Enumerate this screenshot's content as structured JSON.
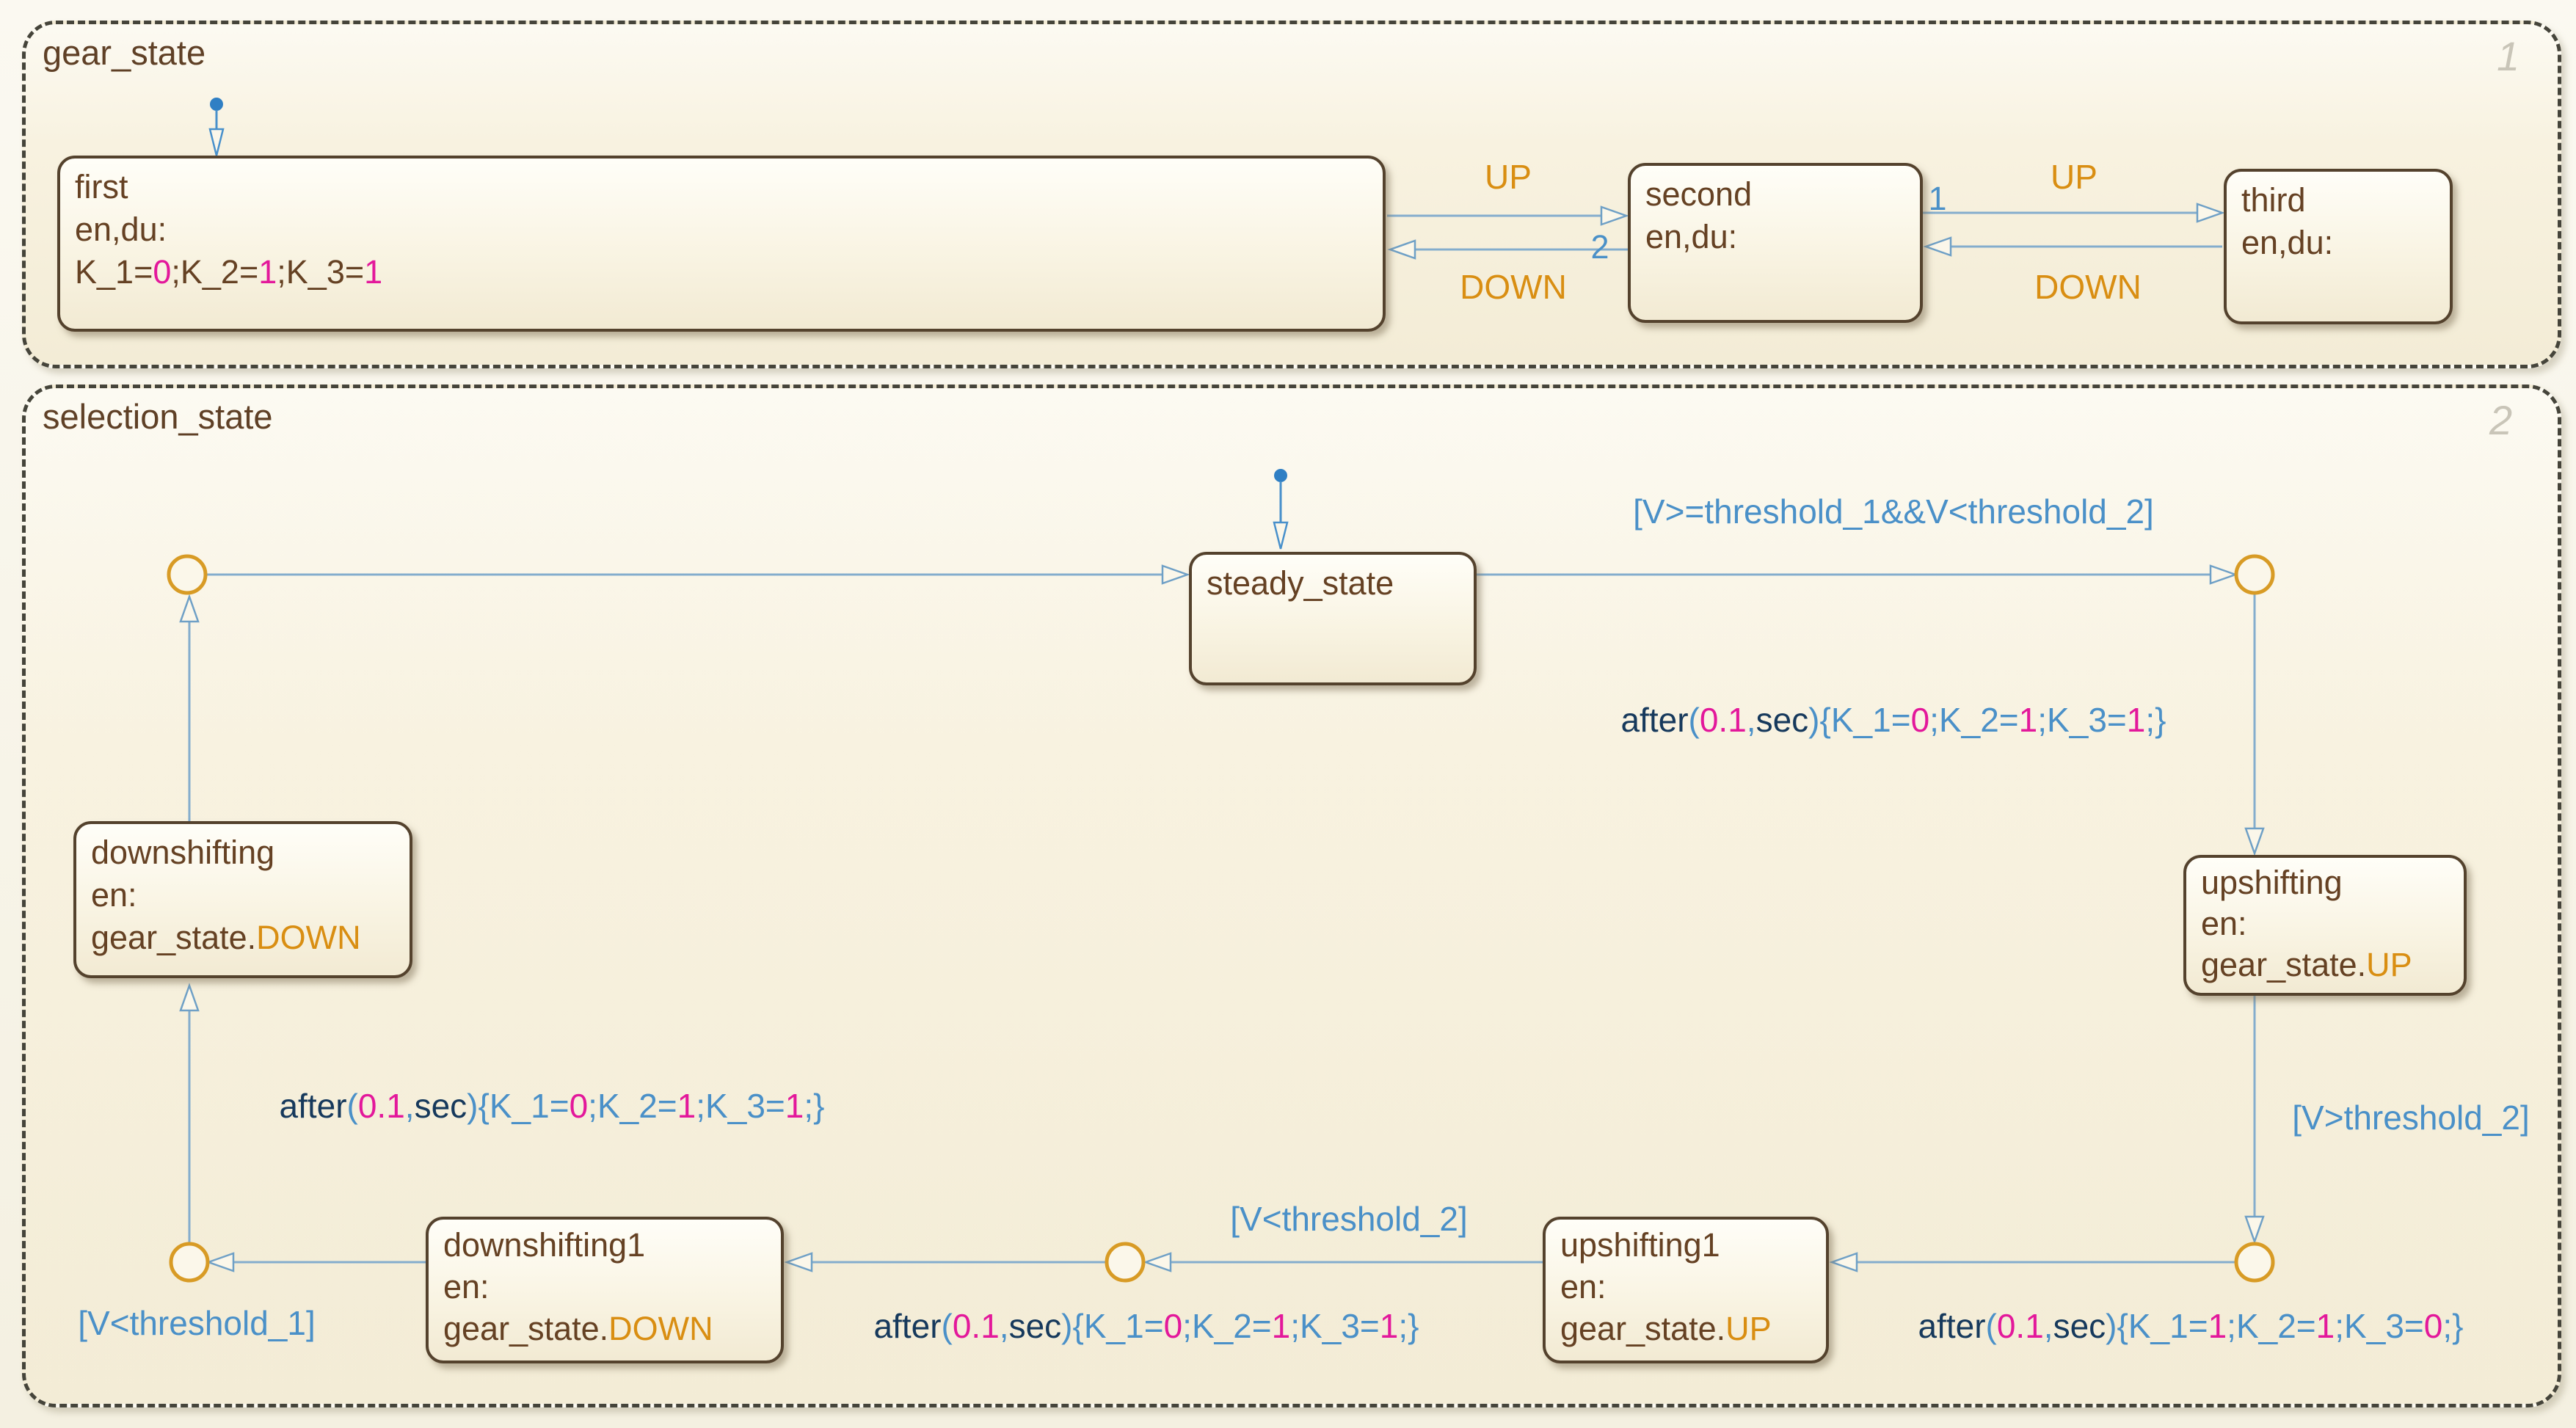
{
  "gear_state": {
    "label": "gear_state",
    "badge": "1",
    "first": {
      "title": "first",
      "events": "en,du:",
      "code": [
        {
          "t": "K_1=",
          "c": "brown"
        },
        {
          "t": "0",
          "c": "magenta"
        },
        {
          "t": ";K_2=",
          "c": "brown"
        },
        {
          "t": "1",
          "c": "magenta"
        },
        {
          "t": ";K_3=",
          "c": "brown"
        },
        {
          "t": "1",
          "c": "magenta"
        }
      ]
    },
    "second": {
      "title": "second",
      "events": "en,du:"
    },
    "third": {
      "title": "third",
      "events": "en,du:"
    },
    "t": {
      "first_to_second_event": "UP",
      "second_to_first_event": "DOWN",
      "second_to_first_order": "2",
      "second_to_third_event": "UP",
      "second_to_third_order": "1",
      "third_to_second_event": "DOWN"
    }
  },
  "selection_state": {
    "label": "selection_state",
    "badge": "2",
    "steady": {
      "title": "steady_state"
    },
    "upshifting": {
      "title": "upshifting",
      "events": "en:",
      "code": [
        {
          "t": "gear_state.",
          "c": "brown"
        },
        {
          "t": "UP",
          "c": "orange"
        }
      ]
    },
    "downshifting": {
      "title": "downshifting",
      "events": "en:",
      "code": [
        {
          "t": "gear_state.",
          "c": "brown"
        },
        {
          "t": "DOWN",
          "c": "orange"
        }
      ]
    },
    "upshifting1": {
      "title": "upshifting1",
      "events": "en:",
      "code": [
        {
          "t": "gear_state.",
          "c": "brown"
        },
        {
          "t": "UP",
          "c": "orange"
        }
      ]
    },
    "downshifting1": {
      "title": "downshifting1",
      "events": "en:",
      "code": [
        {
          "t": "gear_state.",
          "c": "brown"
        },
        {
          "t": "DOWN",
          "c": "orange"
        }
      ]
    },
    "t": {
      "cond_steady_to_right": "[V>=threshold_1&&V<threshold_2]",
      "cond_v_gt_t2": "[V>threshold_2]",
      "cond_v_lt_t2": "[V<threshold_2]",
      "cond_v_lt_t1": "[V<threshold_1]",
      "act_right_junction_to_upshifting": [
        {
          "t": "after",
          "c": "navy"
        },
        {
          "t": "(",
          "c": "blue"
        },
        {
          "t": "0.1",
          "c": "magenta"
        },
        {
          "t": ",",
          "c": "blue"
        },
        {
          "t": "sec",
          "c": "navy"
        },
        {
          "t": "){",
          "c": "blue"
        },
        {
          "t": "K_1=",
          "c": "blue"
        },
        {
          "t": "0",
          "c": "magenta"
        },
        {
          "t": ";K_2=",
          "c": "blue"
        },
        {
          "t": "1",
          "c": "magenta"
        },
        {
          "t": ";K_3=",
          "c": "blue"
        },
        {
          "t": "1",
          "c": "magenta"
        },
        {
          "t": ";}",
          "c": "blue"
        }
      ],
      "act_brj_to_upshifting1": [
        {
          "t": "after",
          "c": "navy"
        },
        {
          "t": "(",
          "c": "blue"
        },
        {
          "t": "0.1",
          "c": "magenta"
        },
        {
          "t": ",",
          "c": "blue"
        },
        {
          "t": "sec",
          "c": "navy"
        },
        {
          "t": "){",
          "c": "blue"
        },
        {
          "t": "K_1=",
          "c": "blue"
        },
        {
          "t": "1",
          "c": "magenta"
        },
        {
          "t": ";K_2=",
          "c": "blue"
        },
        {
          "t": "1",
          "c": "magenta"
        },
        {
          "t": ";K_3=",
          "c": "blue"
        },
        {
          "t": "0",
          "c": "magenta"
        },
        {
          "t": ";}",
          "c": "blue"
        }
      ],
      "act_mj_to_downshifting1": [
        {
          "t": "after",
          "c": "navy"
        },
        {
          "t": "(",
          "c": "blue"
        },
        {
          "t": "0.1",
          "c": "magenta"
        },
        {
          "t": ",",
          "c": "blue"
        },
        {
          "t": "sec",
          "c": "navy"
        },
        {
          "t": "){",
          "c": "blue"
        },
        {
          "t": "K_1=",
          "c": "blue"
        },
        {
          "t": "0",
          "c": "magenta"
        },
        {
          "t": ";K_2=",
          "c": "blue"
        },
        {
          "t": "1",
          "c": "magenta"
        },
        {
          "t": ";K_3=",
          "c": "blue"
        },
        {
          "t": "1",
          "c": "magenta"
        },
        {
          "t": ";}",
          "c": "blue"
        }
      ],
      "act_blj_to_downshifting": [
        {
          "t": "after",
          "c": "navy"
        },
        {
          "t": "(",
          "c": "blue"
        },
        {
          "t": "0.1",
          "c": "magenta"
        },
        {
          "t": ",",
          "c": "blue"
        },
        {
          "t": "sec",
          "c": "navy"
        },
        {
          "t": "){",
          "c": "blue"
        },
        {
          "t": "K_1=",
          "c": "blue"
        },
        {
          "t": "0",
          "c": "magenta"
        },
        {
          "t": ";K_2=",
          "c": "blue"
        },
        {
          "t": "1",
          "c": "magenta"
        },
        {
          "t": ";K_3=",
          "c": "blue"
        },
        {
          "t": "1",
          "c": "magenta"
        },
        {
          "t": ";}",
          "c": "blue"
        }
      ]
    }
  }
}
